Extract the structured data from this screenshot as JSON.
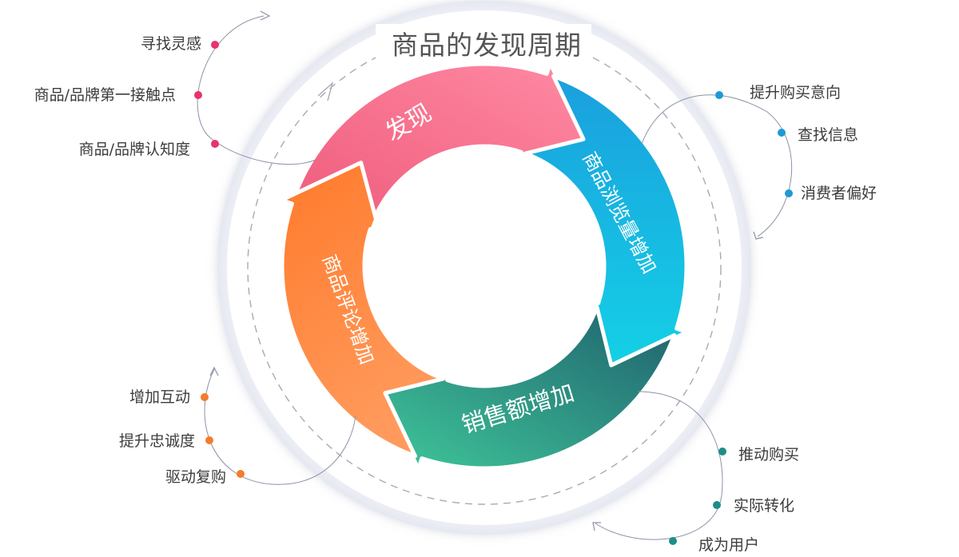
{
  "title": "商品的发现周期",
  "stages": [
    {
      "id": "discover",
      "label": "发现",
      "color_start": "#ef5b7c",
      "color_end": "#ff8aa3"
    },
    {
      "id": "views",
      "label": "商品浏览量增加",
      "color_start": "#1a9fde",
      "color_end": "#14d1e6"
    },
    {
      "id": "sales",
      "label": "销售额增加",
      "color_start": "#1f5f6d",
      "color_end": "#3fc79a"
    },
    {
      "id": "reviews",
      "label": "商品评论增加",
      "color_start": "#ff7a2b",
      "color_end": "#ff9a5c"
    }
  ],
  "groups": {
    "discover": {
      "color": "#e8336b",
      "items": [
        "寻找灵感",
        "商品/品牌第一接触点",
        "商品/品牌认知度"
      ]
    },
    "views": {
      "color": "#1e9ad6",
      "items": [
        "提升购买意向",
        "查找信息",
        "消费者偏好"
      ]
    },
    "sales": {
      "color": "#1e8d8a",
      "items": [
        "推动购买",
        "实际转化",
        "成为用户"
      ]
    },
    "reviews": {
      "color": "#f57c2b",
      "items": [
        "增加互动",
        "提升忠诚度",
        "驱动复购"
      ]
    }
  }
}
